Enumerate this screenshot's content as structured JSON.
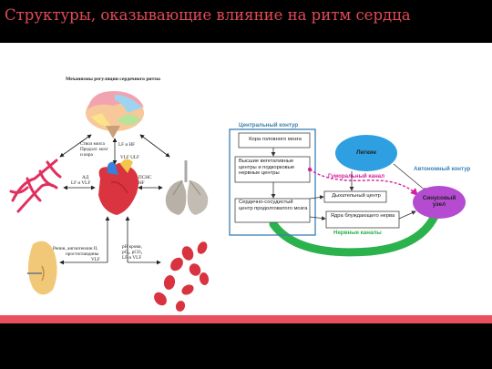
{
  "slide": {
    "title": "Структуры, оказывающие влияние на ритм сердца"
  },
  "left_panel": {
    "heading": "Механизмы регуляции сердечного ритма",
    "brain_label_1": "Ствол мозга",
    "brain_label_2": "Продолг. мозг",
    "brain_label_3": "и кора",
    "lf_hf": "LF и HF",
    "vlf_ulf": "VLF  ULF",
    "az_label": "АД",
    "az_lf_vlf": "LF и VLF",
    "snc_label": "ПСНС",
    "snc_hf": "HF",
    "kidney_label_1": "Ренин, ангиотензин II,",
    "kidney_label_2": "простогландины",
    "kidney_vlf": "VLF",
    "blood_label_1": "pH крови,",
    "blood_label_2": "pO₂, pCO₂",
    "blood_label_3": "LF и VLF"
  },
  "right_panel": {
    "central_contour": "Центральный контур",
    "cortex": "Кора головного мозга",
    "higher_centers": "Высшие вегетативные центры и подкорковые нервные центры",
    "lungs": "Легкие",
    "humoral_channel": "Гуморальный канал",
    "autonomous_contour": "Автономный контур",
    "breathing_center": "Дыхательный центр",
    "cardiovascular_center": "Сердечно-сосудистый центр продолговатого мозга",
    "sinus_node": "Синусовый узел",
    "vagus_nucleus": "Ядра блуждающего нерва",
    "nerve_channels": "Нервные каналы"
  },
  "colors": {
    "title_red": "#e24a55",
    "accent_band": "#e8505b",
    "contour_blue": "#3a7fb5",
    "lung_blue": "#2e9fe0",
    "sinus_purple": "#b44bd0",
    "humoral_pink": "#d6219c",
    "nerve_green": "#2bb24c"
  }
}
